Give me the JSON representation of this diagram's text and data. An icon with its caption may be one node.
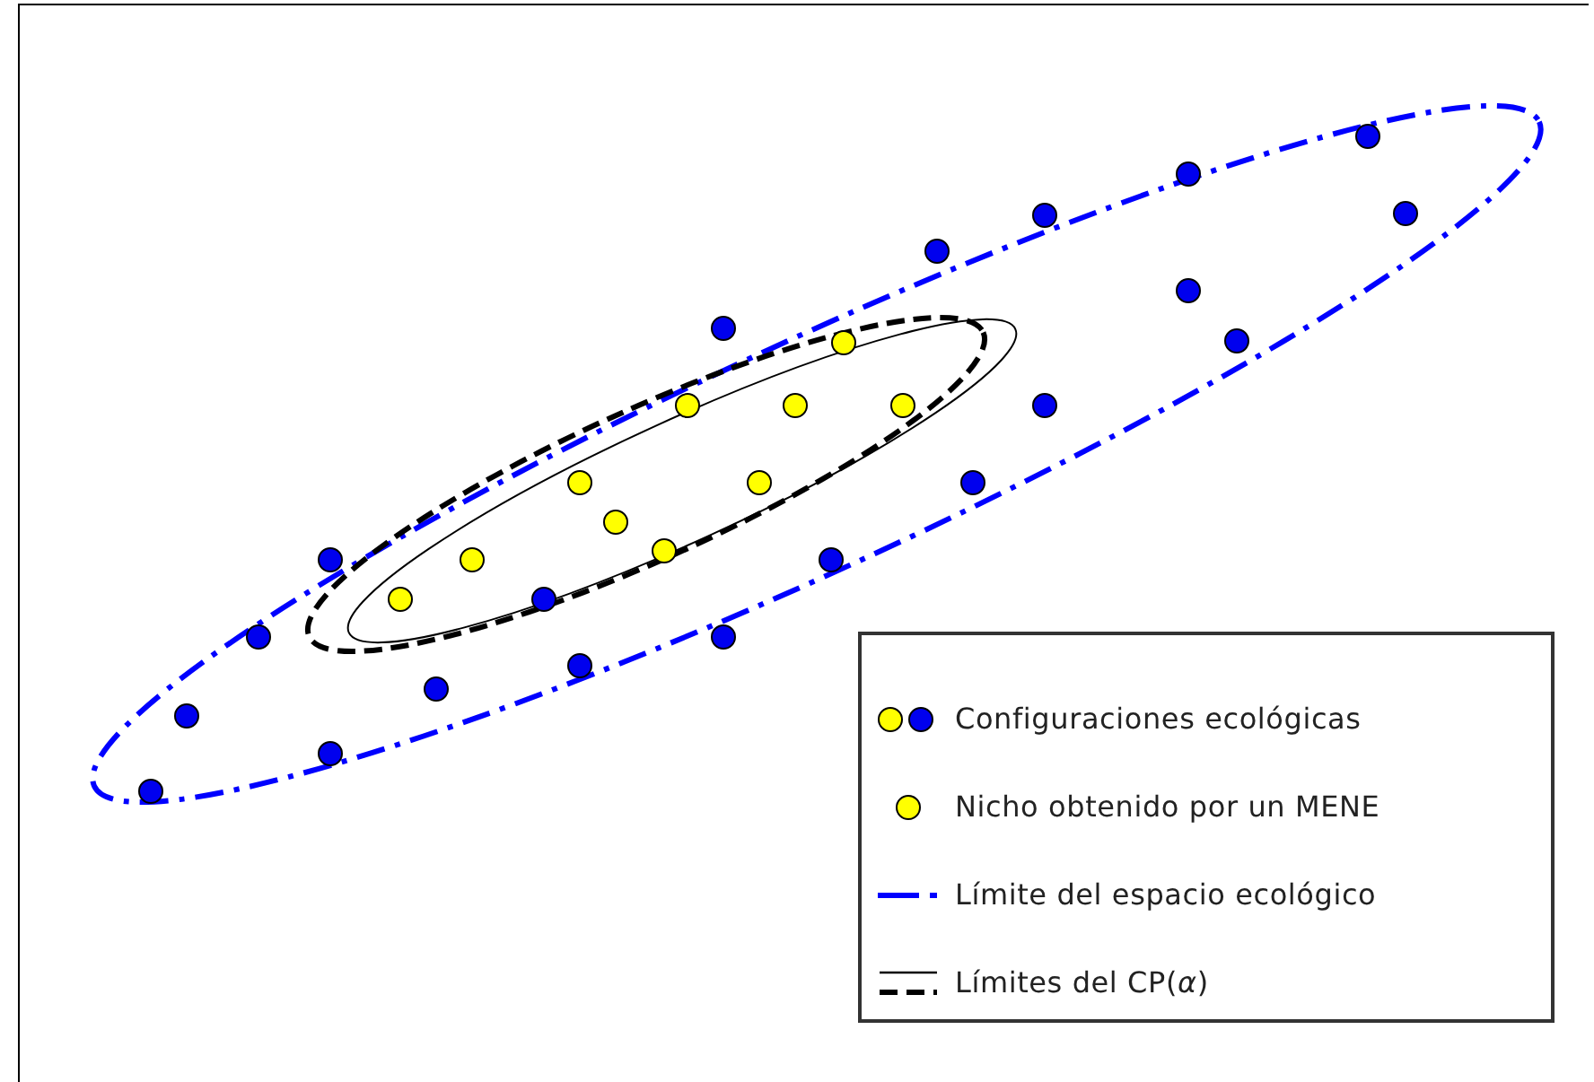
{
  "diagram": {
    "legend": [
      {
        "text": "Configuraciones ecológicas"
      },
      {
        "text": "Nicho obtenido por un MENE"
      },
      {
        "text": "Límite del espacio ecológico"
      },
      {
        "text": "Límites del CP(*α*)"
      }
    ]
  }
}
